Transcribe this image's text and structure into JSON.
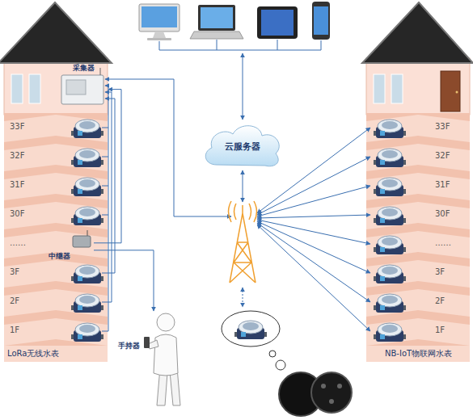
{
  "diagram": {
    "nodes": [
      {
        "text": [
          "LoRa无线水表"
        ]
      },
      {
        "text": [
          "采集器"
        ],
        "in": 0
      },
      {
        "text": [
          "中继器"
        ],
        "in": 0
      },
      {
        "text": [
          "手持器"
        ]
      },
      {
        "text": [
          "云服务器"
        ]
      },
      {
        "text": [
          "NB-IoT物联网水表"
        ]
      }
    ],
    "edges": [
      {
        "from": 2,
        "to": 1,
        "arrow": "to"
      },
      {
        "from": 2,
        "to": 3,
        "arrow": "to"
      }
    ],
    "labels": [
      "33F",
      "32F",
      "31F",
      "30F",
      "……",
      "3F",
      "2F",
      "1F",
      "33F",
      "32F",
      "31F",
      "30F",
      "……",
      "3F",
      "2F",
      "1F"
    ]
  }
}
